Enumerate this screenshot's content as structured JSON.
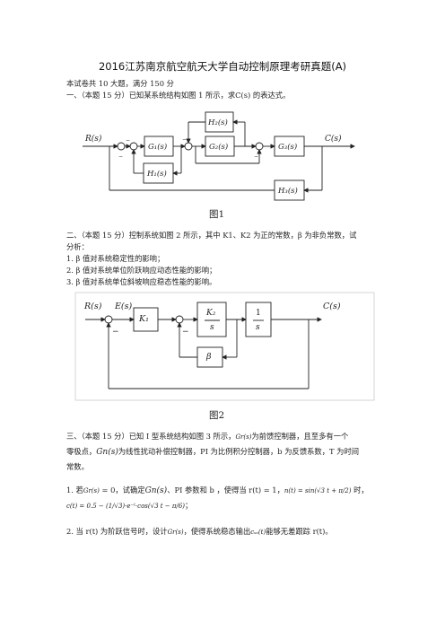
{
  "title": "2016江苏南京航空航天大学自动控制原理考研真题(A)",
  "intro": "本试卷共 10 大题，满分 150 分",
  "q1": {
    "text": "一、（本题 15 分）已知某系统结构如图 1 所示，求C(s) 的表达式。",
    "caption": "图1",
    "labels": {
      "input": "R(s)",
      "output": "C(s)",
      "g1": "G₁(s)",
      "g2": "G₂(s)",
      "g3": "G₃(s)",
      "h1": "H₁(s)",
      "h2": "H₂(s)",
      "h3": "H₃(s)"
    }
  },
  "q2": {
    "text1": "二、（本题 15 分）控制系统如图 2 所示，其中 K1、K2 为正的常数，β 为非负常数，试",
    "text2": "分析：",
    "items": [
      "1.  β 值对系统稳定性的影响；",
      "2.  β 值对系统单位阶跃响应动态性能的影响；",
      "3.  β 值对系统单位斜坡响应稳态性能的影响。"
    ],
    "caption": "图2",
    "labels": {
      "input": "R(s)",
      "error": "E(s)",
      "k1": "K₁",
      "k2_num": "K₂",
      "k2_den": "s",
      "int_num": "1",
      "int_den": "s",
      "beta": "β",
      "output": "C(s)"
    }
  },
  "q3": {
    "line1a": "三、（本题 15 分）已知 I 型系统结构如图 3 所示，",
    "gr": "Gr(s)",
    "line1b": "为前馈控制器，且至多有一个",
    "line2a": "零极点，",
    "gn": "Gn(s)",
    "line2b": "为线性扰动补偿控制器，PI 为比例积分控制器，b 为反馈系数，T 为时间",
    "line3": "常数。",
    "sub1a": "1. 若",
    "sub1b": " = 0，试确定",
    "sub1c": "、PI 参数和 b ，使得当 r(t) = 1，",
    "n_expr": "n(t) = sin(√3 t + π/2)",
    "sub1d": " 时，",
    "c_expr": "c(t) = 0.5 − (1/√3)·e⁻ᵗ·cos(√3 t − π/6)",
    "sub1e": "；",
    "sub2a": "2. 当 r(t) 为阶跃信号时，设计",
    "sub2b": "，使得系统稳态输出",
    "css": "cₛₛ(t)",
    "sub2c": "能够无差跟踪 r(t)。"
  }
}
